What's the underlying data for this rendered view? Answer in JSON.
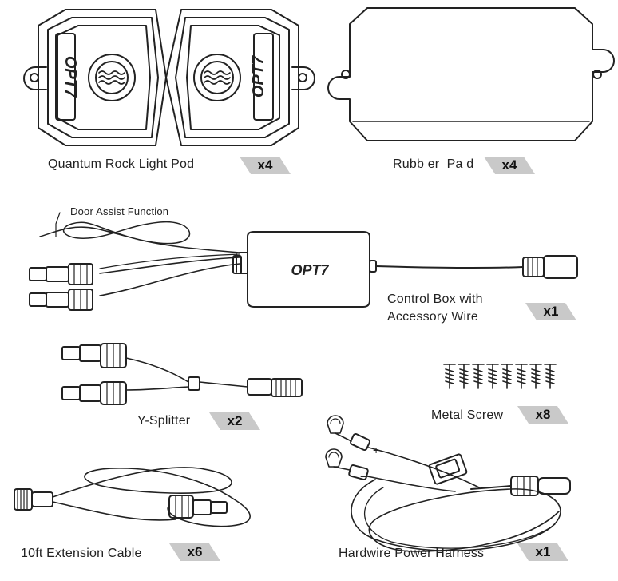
{
  "items": {
    "pod": {
      "label": "Quantum Rock Light Pod",
      "qty": "x4",
      "logo": "OPT7"
    },
    "pad": {
      "label": "Rubb er  Pa d",
      "qty": "x4"
    },
    "control": {
      "label_line1": "Control Box with",
      "label_line2": "Accessory Wire",
      "qty": "x1",
      "logo": "OPT7",
      "door_assist": "Door Assist Function"
    },
    "splitter": {
      "label": "Y-Splitter",
      "qty": "x2"
    },
    "screw": {
      "label": "Metal Screw",
      "qty": "x8"
    },
    "extension": {
      "label": "10ft Extension Cable",
      "qty": "x6"
    },
    "harness": {
      "label": "Hardwire Power Harness",
      "qty": "x1",
      "plus": "+",
      "minus": "−"
    }
  }
}
